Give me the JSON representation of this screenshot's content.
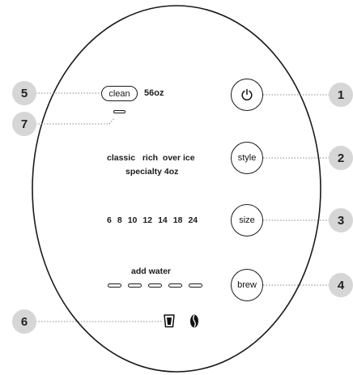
{
  "panel": {
    "clean_label": "clean",
    "clean_size": "56oz",
    "style_options_line1": [
      "classic",
      "rich",
      "over ice"
    ],
    "style_options_line2": "specialty 4oz",
    "sizes": [
      "6",
      "8",
      "10",
      "12",
      "14",
      "18",
      "24"
    ],
    "add_water_label": "add water",
    "add_water_segments": 5
  },
  "buttons": {
    "style_label": "style",
    "size_label": "size",
    "brew_label": "brew"
  },
  "icons": {
    "power": "power-icon",
    "cup": "cup-icon",
    "bean": "coffee-bean-icon"
  },
  "callouts": {
    "power": "1",
    "style": "2",
    "size": "3",
    "brew": "4",
    "clean": "5",
    "indicators": "6",
    "clean_light": "7"
  },
  "colors": {
    "callout_bg": "#d6d6d6",
    "outline": "#1a1a1a"
  }
}
